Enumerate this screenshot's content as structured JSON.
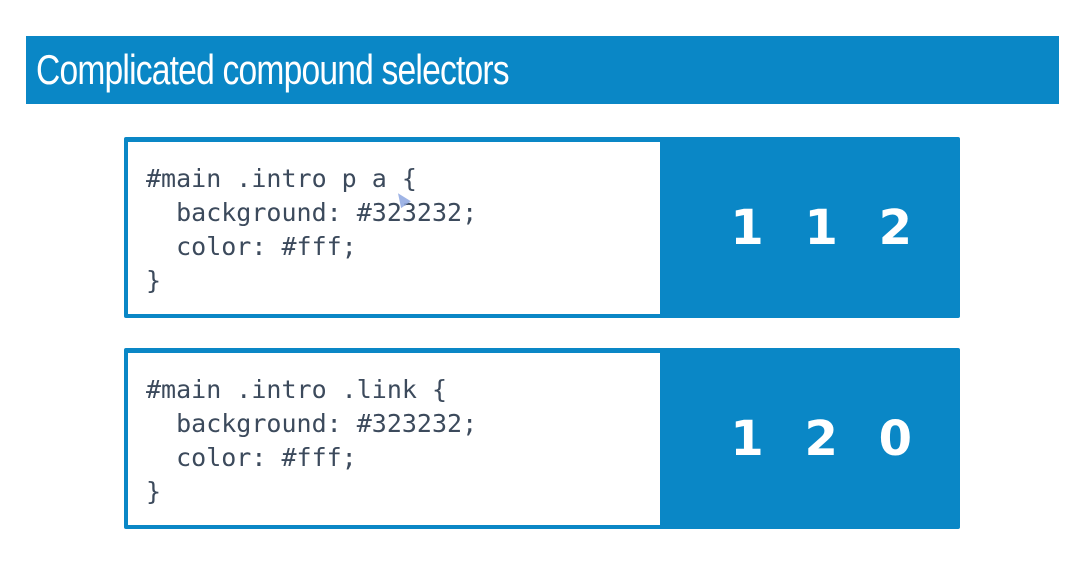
{
  "slide": {
    "title": "Complicated compound selectors",
    "accent_color": "#0a87c6"
  },
  "cards": [
    {
      "code_lines": [
        "#main .intro p a {",
        "  background: #323232;",
        "  color: #fff;",
        "}"
      ],
      "specificity": "1 1 2"
    },
    {
      "code_lines": [
        "#main .intro .link {",
        "  background: #323232;",
        "  color: #fff;",
        "}"
      ],
      "specificity": "1 2 0"
    }
  ],
  "cursor_icon": "mouse-pointer-icon"
}
